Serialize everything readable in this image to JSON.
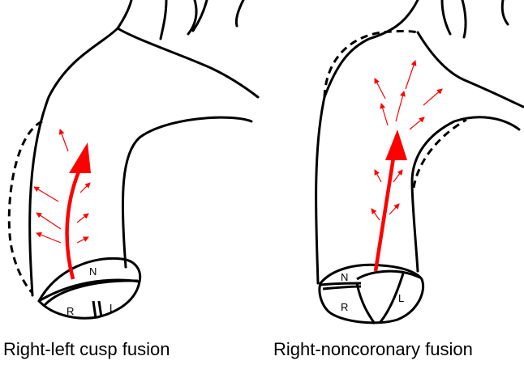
{
  "panels": [
    {
      "caption": "Right-left cusp fusion",
      "cusp_labels": {
        "n": "N",
        "r": "R",
        "l": "L"
      }
    },
    {
      "caption": "Right-noncoronary fusion",
      "cusp_labels": {
        "n": "N",
        "r": "R",
        "l": "L"
      }
    }
  ],
  "colors": {
    "outline": "#000000",
    "flow": "#ff0000",
    "background": "#ffffff"
  }
}
